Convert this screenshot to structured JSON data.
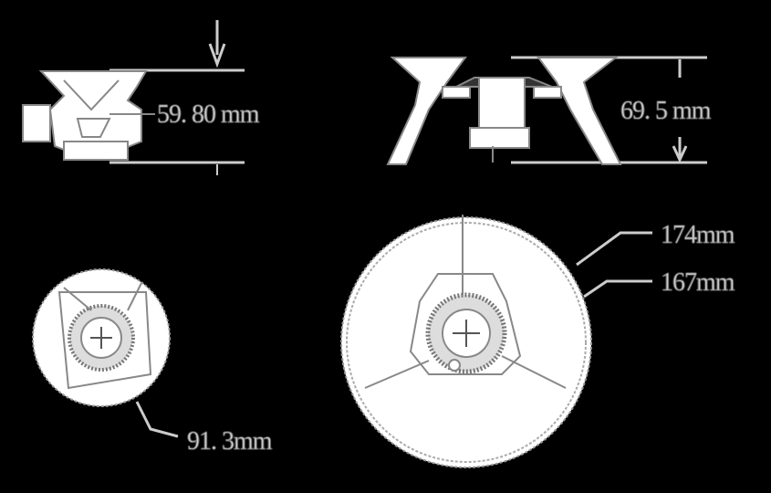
{
  "dimensions": {
    "side_height": "59. 80 mm",
    "front_height": "69. 5 mm",
    "outer_diameter": "174mm",
    "inner_diameter": "167mm",
    "folded_diameter": "91. 3mm"
  },
  "colors": {
    "background": "#000000",
    "drawing": "#ffffff",
    "line": "#888888"
  }
}
